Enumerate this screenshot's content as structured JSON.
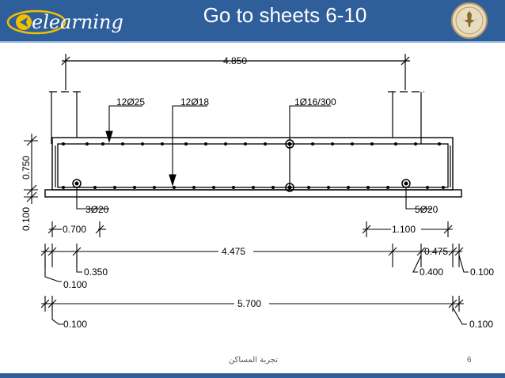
{
  "header": {
    "title": "Go to sheets 6-10",
    "logo_text": "elearning",
    "colors": {
      "header_bg": "#2f5f9a",
      "stripe": "#8fb3dc",
      "logo_yellow": "#f0c000"
    }
  },
  "emblem": {
    "icon": "university-eagle-emblem-icon"
  },
  "drawing": {
    "top_dimension": "4.850",
    "bar_labels": {
      "bottom_main": "12Ø25",
      "top_main": "12Ø18",
      "stirrups": "1Ø16/300",
      "left_extra": "3Ø20",
      "right_extra": "5Ø20"
    },
    "vertical_dims": {
      "beam_depth": "0.750",
      "slab": "0.100"
    },
    "row1": {
      "left": "0.700",
      "right": "1.100"
    },
    "row2": {
      "center": "4.475",
      "left": "0.350",
      "left_small": "0.100",
      "right_a": "0.475",
      "right_b": "0.400",
      "right_c": "0.100"
    },
    "row3": {
      "center": "5.700",
      "left": "0.100",
      "right": "0.100"
    }
  },
  "footer": {
    "caption": "تجربة المساكن",
    "page_number": "6"
  }
}
